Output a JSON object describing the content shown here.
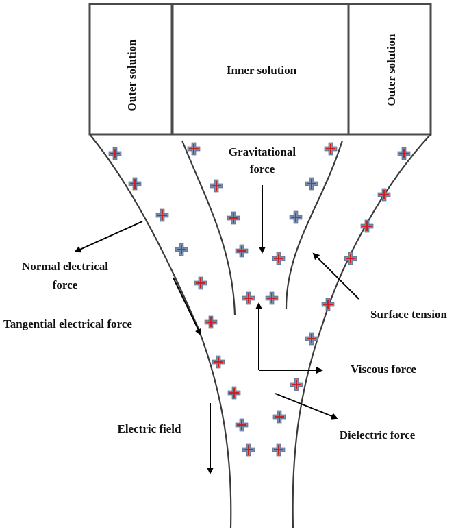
{
  "labels": {
    "outer_solution_left": "Outer solution",
    "inner_solution": "Inner solution",
    "outer_solution_right": "Outer solution",
    "gravitational_force_line1": "Gravitational",
    "gravitational_force_line2": "force",
    "normal_electrical_force_line1": "Normal electrical",
    "normal_electrical_force_line2": "force",
    "tangential_electrical_force": "Tangential electrical force",
    "surface_tension": "Surface tension",
    "viscous_force": "Viscous force",
    "electric_field": "Electric field",
    "dielectric_force": "Dielectric force"
  },
  "colors": {
    "charge_cross": "#7a8fb0",
    "charge_center": "#cc2020",
    "line": "#3a3a3a"
  },
  "icons": {
    "charge": "positive-charge-icon"
  }
}
